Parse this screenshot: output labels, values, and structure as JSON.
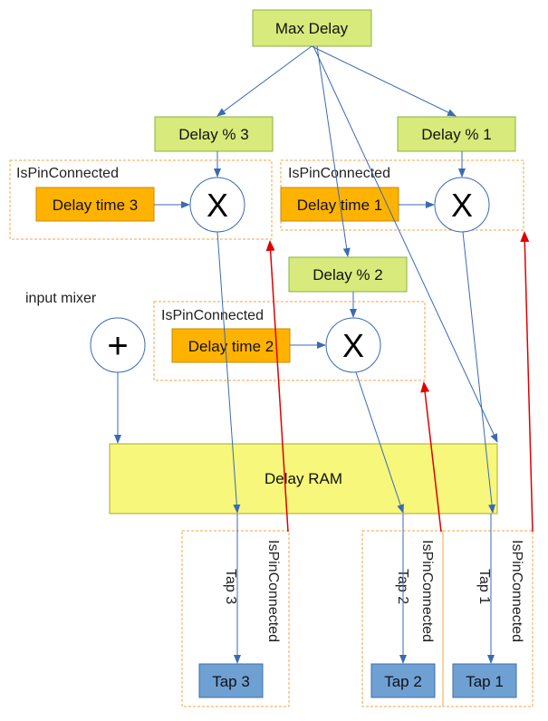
{
  "nodes": {
    "max_delay": "Max Delay",
    "delay_pct_3": "Delay % 3",
    "delay_pct_1": "Delay % 1",
    "delay_pct_2": "Delay % 2",
    "delay_time_3": "Delay time 3",
    "delay_time_1": "Delay time 1",
    "delay_time_2": "Delay time 2",
    "multiply_symbol": "X",
    "add_symbol": "+",
    "delay_ram": "Delay RAM",
    "tap_3": "Tap 3",
    "tap_2": "Tap 2",
    "tap_1": "Tap 1"
  },
  "labels": {
    "ispinconnected": "IsPinConnected",
    "input_mixer": "input mixer",
    "tap_3_vertical": "Tap 3",
    "tap_2_vertical": "Tap 2",
    "tap_1_vertical": "Tap 1"
  },
  "colors": {
    "green_box": "#d7ea7b",
    "green_border": "#8cb040",
    "orange_box": "#ffb300",
    "orange_border": "#c98a00",
    "yellow_box": "#f6f77b",
    "yellow_border": "#a9a930",
    "blue_box": "#6fa0d4",
    "blue_border": "#3f6fa3",
    "arrow_blue": "#3a6ab3",
    "arrow_red": "#e00000",
    "group_border": "#f3a64a"
  }
}
